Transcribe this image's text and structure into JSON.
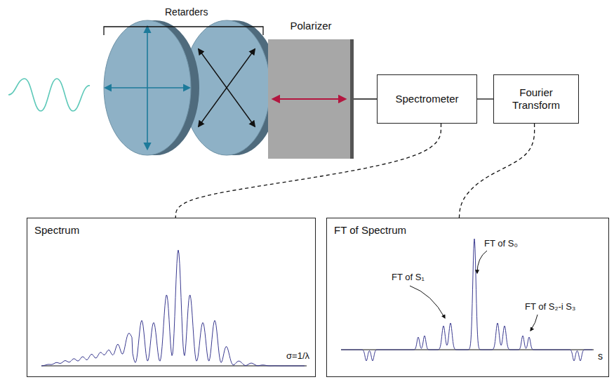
{
  "diagram": {
    "nodes": [
      {
        "text": [
          "Polarizer"
        ]
      },
      {
        "text": [
          "Spectrometer"
        ]
      },
      {
        "text": [
          "Fourier Transform"
        ]
      },
      {
        "text": [
          "Spectrum",
          "σ=1/λ"
        ]
      },
      {
        "text": [
          "FT of Spectrum",
          "FT of S₀",
          "FT of S₁",
          "FT of S₂-i S₃",
          "s"
        ]
      }
    ],
    "edges": [
      {
        "from": 0,
        "to": 1,
        "arrow": "none"
      },
      {
        "from": 1,
        "to": 2,
        "arrow": "none"
      },
      {
        "from": 1,
        "to": 3,
        "arrow": "none"
      },
      {
        "from": 2,
        "to": 4,
        "arrow": "none"
      }
    ],
    "labels": [
      "Retarders"
    ]
  }
}
